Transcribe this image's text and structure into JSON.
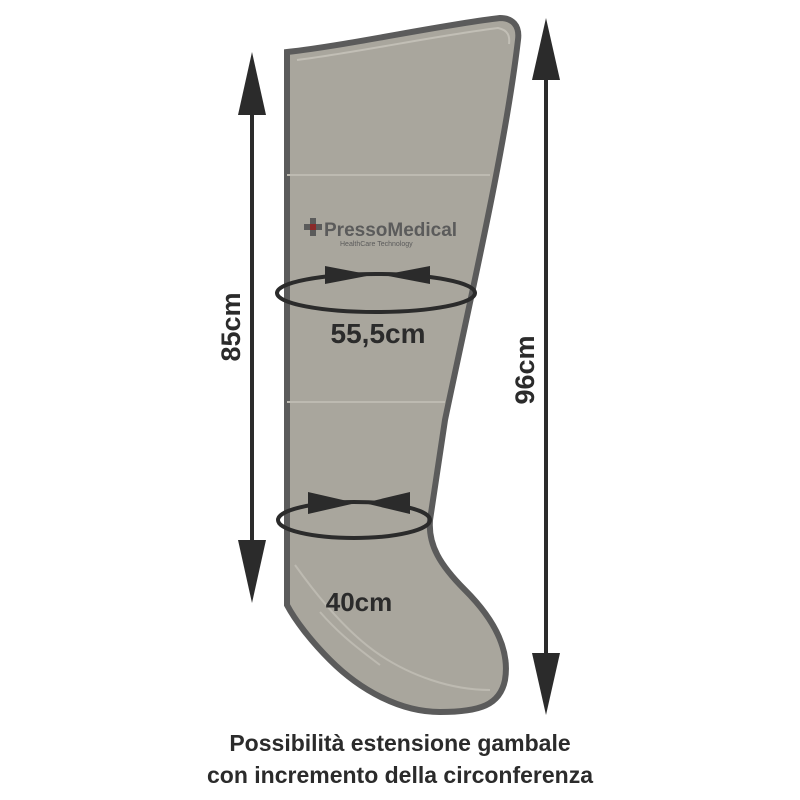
{
  "brand": {
    "name": "PressoMedical",
    "tagline": "HealthCare Technology"
  },
  "measurements": {
    "inner_length": "85cm",
    "outer_length": "96cm",
    "thigh_circumference": "55,5cm",
    "ankle_circumference": "40cm"
  },
  "caption": {
    "line1": "Possibilità estensione gambale",
    "line2": "con incremento della circonferenza"
  },
  "colors": {
    "garment_fill": "#a9a69d",
    "garment_outline": "#5b5b5b",
    "arrow": "#2b2b2b",
    "brand_red": "#8a2a2a"
  }
}
